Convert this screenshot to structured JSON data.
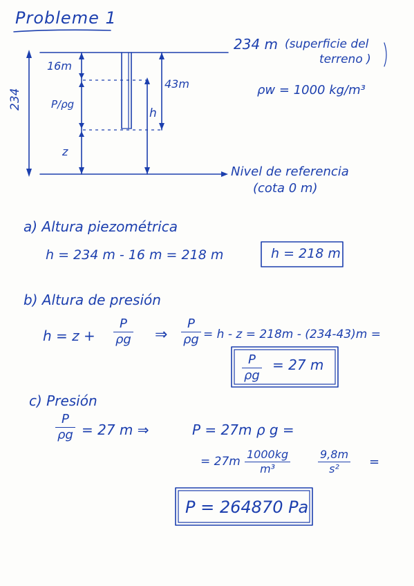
{
  "title": "Probleme 1",
  "figure": {
    "surface_elevation": "234",
    "surface_unit": "m",
    "surface_note_line1": "(superficie del",
    "surface_note_line2": "terreno )",
    "density_label": "ρw = 1000 kg/m³",
    "left_total": "234",
    "depth_top": "16m",
    "pressure_head": "P/ρg",
    "z_label": "z",
    "height_right": "43m",
    "h_label": "h",
    "ref_line1": "Nivel de referencia",
    "ref_line2": "(cota 0 m)"
  },
  "section_a": {
    "heading": "a) Altura piezométrica",
    "equation": "h = 234 m - 16 m = 218 m",
    "result": "h = 218 m"
  },
  "section_b": {
    "heading": "b) Altura de presión",
    "lhs": "h = z +",
    "frac_num": "P",
    "frac_den": "ρg",
    "implies": "⇒",
    "rhs": "= h - z = 218m - (234-43)m =",
    "result_value": "= 27 m"
  },
  "section_c": {
    "heading": "c) Presión",
    "line1_rest": "= 27 m ⇒",
    "line1_rhs": "P = 27m ρ g =",
    "line2_start": "= 27m",
    "line2_num1": "1000kg",
    "line2_den1": "m³",
    "line2_num2": "9,8m",
    "line2_den2": "s²",
    "line2_end": "=",
    "result": "P = 264870 Pa"
  }
}
